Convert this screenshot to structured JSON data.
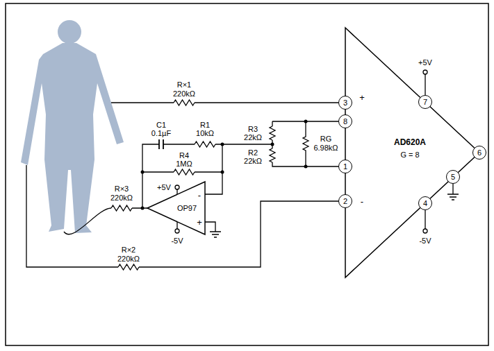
{
  "diagram": {
    "nodes": [
      {
        "text": [
          "AD620A",
          "G = 8"
        ]
      },
      {
        "text": [
          "3"
        ],
        "in": 0
      },
      {
        "text": [
          "7"
        ],
        "in": 0
      },
      {
        "text": [
          "8"
        ],
        "in": 0
      },
      {
        "text": [
          "6"
        ],
        "in": 0
      },
      {
        "text": [
          "1"
        ],
        "in": 0
      },
      {
        "text": [
          "5"
        ],
        "in": 0
      },
      {
        "text": [
          "2"
        ],
        "in": 0
      },
      {
        "text": [
          "4"
        ],
        "in": 0
      },
      {
        "text": [
          "OP97"
        ]
      }
    ],
    "edges": [
      {
        "from": 3,
        "to": 5,
        "arrow": "none"
      }
    ],
    "labels": [
      "R×1",
      "220kΩ",
      "C1",
      "0.1µF",
      "R1",
      "10kΩ",
      "R3",
      "22kΩ",
      "R2",
      "22kΩ",
      "RG",
      "6.98kΩ",
      "+",
      "+5V",
      "-",
      "R4",
      "1MΩ",
      "+5V",
      "-",
      "+",
      "R×3",
      "220kΩ",
      "-5V",
      "-5V",
      "R×2",
      "220kΩ"
    ]
  }
}
